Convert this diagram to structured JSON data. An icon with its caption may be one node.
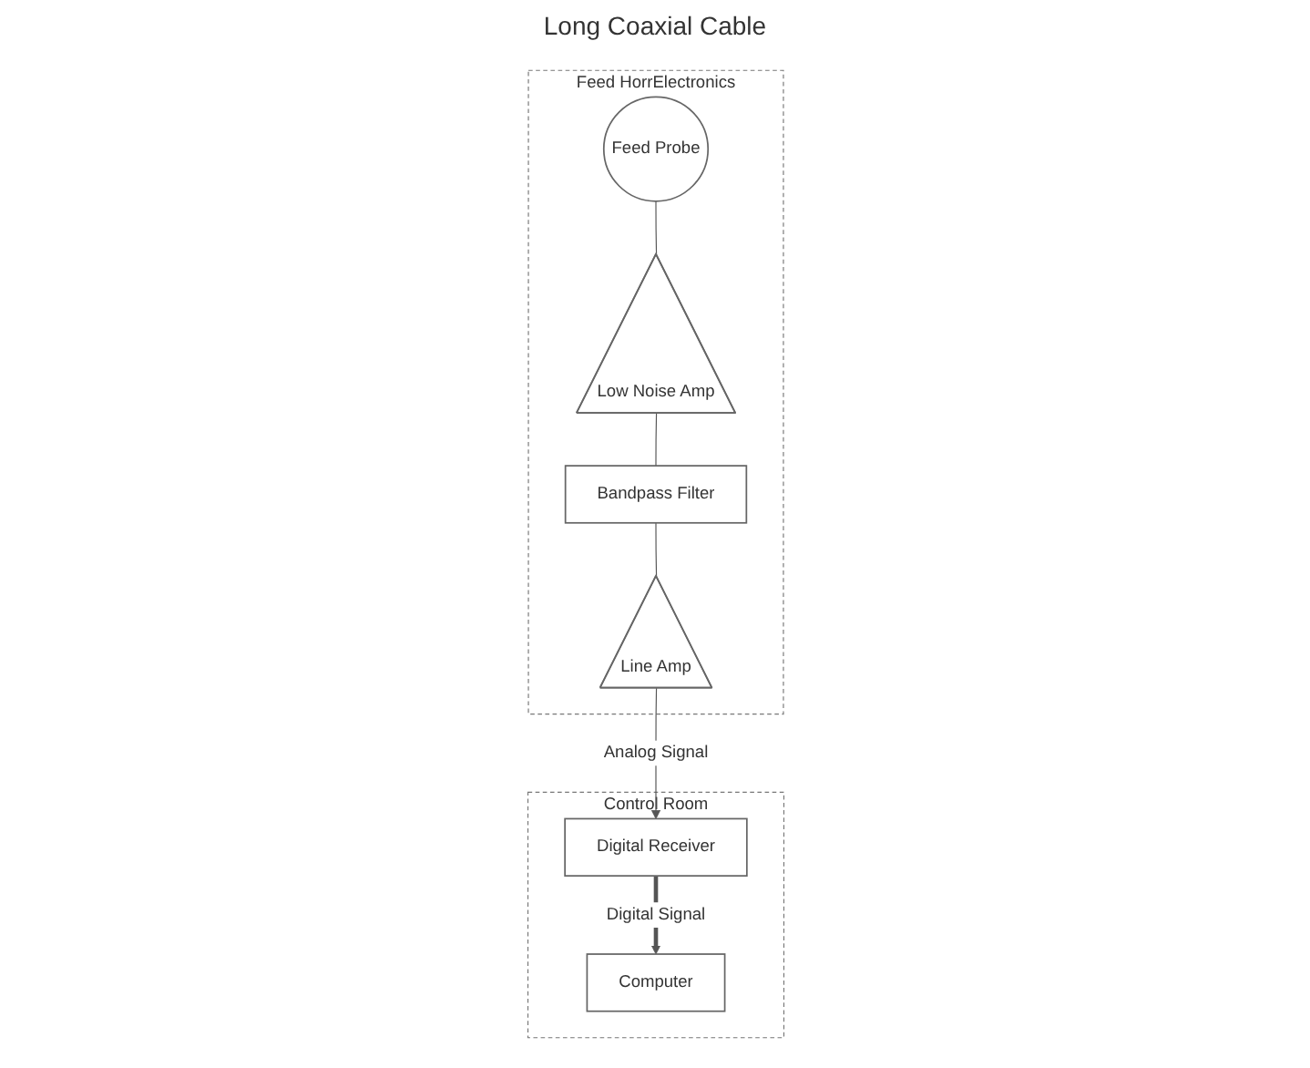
{
  "diagram": {
    "nodes": [
      {
        "text": [
          "Feed HorrElectronics"
        ]
      },
      {
        "text": [
          "Feed Probe"
        ],
        "in": 0
      },
      {
        "text": [
          "Low Noise Amp"
        ],
        "in": 0
      },
      {
        "text": [
          "Bandpass Filter"
        ],
        "in": 0
      },
      {
        "text": [
          "Line Amp"
        ],
        "in": 0
      },
      {
        "text": [
          "Control Room"
        ]
      },
      {
        "text": [
          "Digital Receiver"
        ],
        "in": 5
      },
      {
        "text": [
          "Computer"
        ],
        "in": 5
      }
    ],
    "edges": [
      {
        "from": 1,
        "to": 2,
        "arrow": "none"
      },
      {
        "from": 2,
        "to": 3,
        "arrow": "none"
      },
      {
        "from": 3,
        "to": 4,
        "arrow": "none"
      },
      {
        "from": 4,
        "to": 6,
        "arrow": "to",
        "label": "Analog Signal"
      },
      {
        "from": 6,
        "to": 7,
        "arrow": "to",
        "label": "Digital Signal",
        "style": "thick"
      }
    ],
    "labels": [
      "Long Coaxial Cable"
    ]
  }
}
